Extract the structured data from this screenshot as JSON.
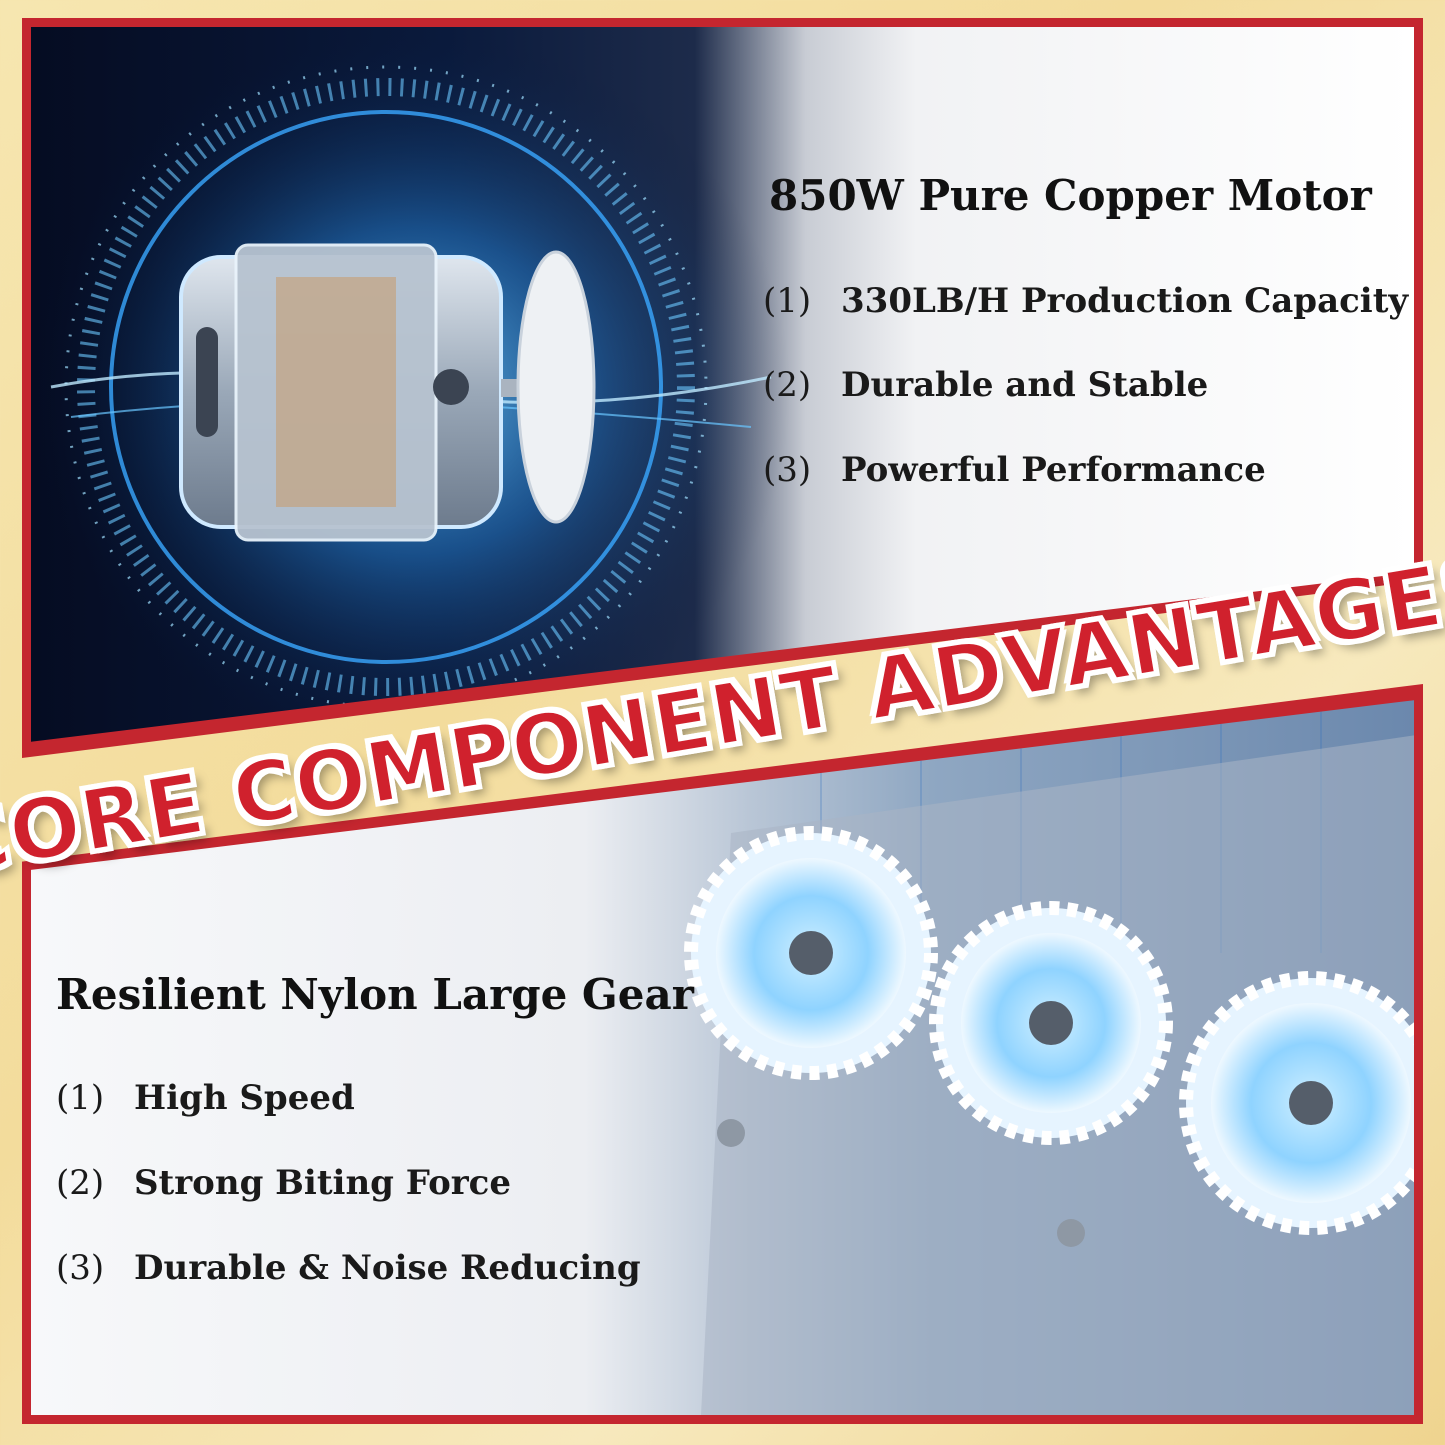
{
  "banner": {
    "title": "CORE COMPONENT ADVANTAGES"
  },
  "motor": {
    "heading": "850W Pure Copper Motor",
    "items": [
      {
        "num": "(1)",
        "text": "330LB/H Production Capacity"
      },
      {
        "num": "(2)",
        "text": "Durable and Stable"
      },
      {
        "num": "(3)",
        "text": "Powerful Performance"
      }
    ]
  },
  "gear": {
    "heading": "Resilient Nylon Large Gear",
    "items": [
      {
        "num": "(1)",
        "text": "High Speed"
      },
      {
        "num": "(2)",
        "text": "Strong Biting Force"
      },
      {
        "num": "(3)",
        "text": "Durable & Noise Reducing"
      }
    ]
  },
  "colors": {
    "frame": "#c4262f",
    "banner_text": "#d0212d",
    "background": "#f3dc9c"
  },
  "icons": [
    "electric-motor-illustration",
    "nylon-gear-illustration"
  ]
}
